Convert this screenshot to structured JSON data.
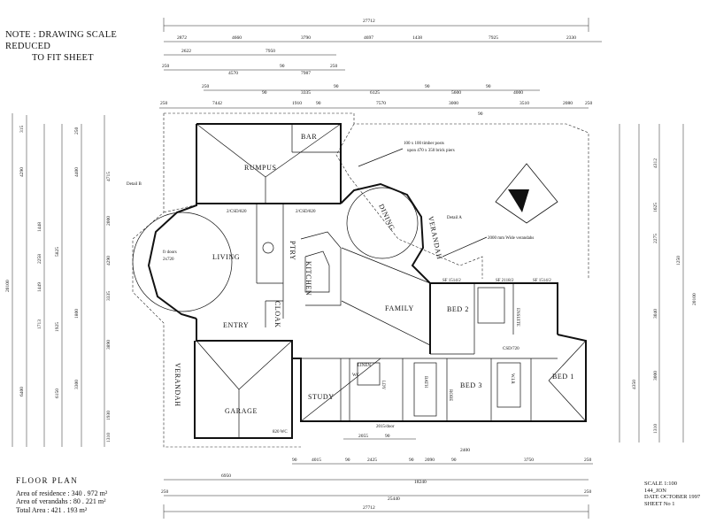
{
  "note": {
    "line1": "NOTE : DRAWING SCALE REDUCED",
    "line2": "TO FIT SHEET"
  },
  "legend": {
    "title": "FLOOR PLAN",
    "residence": "Area of residence : 340 . 972 m²",
    "verandahs": "Area of verandahs : 80 . 221 m²",
    "total": "Total Area : 421 . 193 m²"
  },
  "sheet": {
    "scale": "SCALE 1:100",
    "by": "144_JON",
    "date": "DATE     OCTOBER 1997",
    "sheet_no": "SHEET No 1"
  },
  "rooms": {
    "rumpus": "RUMPUS",
    "bar": "BAR",
    "living": "LIVING",
    "entry": "ENTRY",
    "dining": "DINING",
    "verandah_right": "VERANDAH",
    "kitchen": "KITCHEN",
    "pantry": "PTRY",
    "cloak": "CLOAK",
    "family": "FAMILY",
    "bed2": "BED 2",
    "bed3": "BED 3",
    "bed1": "BED 1",
    "study": "STUDY",
    "garage": "GARAGE",
    "verandah_left": "VERANDAH",
    "linen": "LINEN",
    "bath": "BATH",
    "ensuite": "ENSUITE",
    "wir": "W.I.R",
    "ldy": "LDY",
    "robe": "ROBE",
    "wc": "WC"
  },
  "annotations": {
    "posts": "100 x 100 timber posts",
    "piers": "upon 470 x 350 brick piers",
    "detail_a": "Detail A",
    "detail_b": "Detail B",
    "verandah_width": "2000 mm Wide verandahs",
    "doors": "fr doors",
    "doors_size": "2x720",
    "csd_living": "2/CSD/820",
    "csd_dining": "2/CSD/820",
    "csd_bed1": "CSD/720"
  },
  "dimensions": {
    "top_overall": "27712",
    "top_row1": [
      "2872",
      "4660",
      "3790",
      "4697",
      "1438",
      "7925",
      "2330"
    ],
    "top_row2": [
      "2622",
      "7950"
    ],
    "top_row3": [
      "250",
      "4570",
      "90",
      "7987",
      "250"
    ],
    "top_row4": [
      "250",
      "90",
      "3335",
      "90",
      "6125",
      "90",
      "5600",
      "90",
      "4000"
    ],
    "top_row5": [
      "250",
      "7442",
      "1910",
      "90",
      "7570",
      "3000",
      "90",
      "3510",
      "2080",
      "250"
    ],
    "left_overall": "20100",
    "left_a": [
      "315",
      "4715",
      "4400",
      "4290",
      "250"
    ],
    "left_b": [
      "2000",
      "1448",
      "2258",
      "1449",
      "3335",
      "4290",
      "5825",
      "1800",
      "1925",
      "1713",
      "3890"
    ],
    "left_c": [
      "6400",
      "6150",
      "3300",
      "1930",
      "1310"
    ],
    "right_overall": "20100",
    "right_a": [
      "4312",
      "1625",
      "2275",
      "1250",
      "3040",
      "4350",
      "3000",
      "1310"
    ],
    "bottom_row1": [
      "2055",
      "90",
      "2400"
    ],
    "bottom_row2": [
      "90",
      "4015",
      "90",
      "2425",
      "90",
      "2090",
      "90",
      "3750",
      "250"
    ],
    "bottom_row3": [
      "6950",
      "18240"
    ],
    "bottom_row4": [
      "250",
      "25440",
      "250"
    ],
    "bottom_overall": "27712",
    "window_marks": [
      "SF 1514/2",
      "SF 2118/2",
      "SF 1514/2",
      "2015/door",
      "820 WC"
    ]
  }
}
